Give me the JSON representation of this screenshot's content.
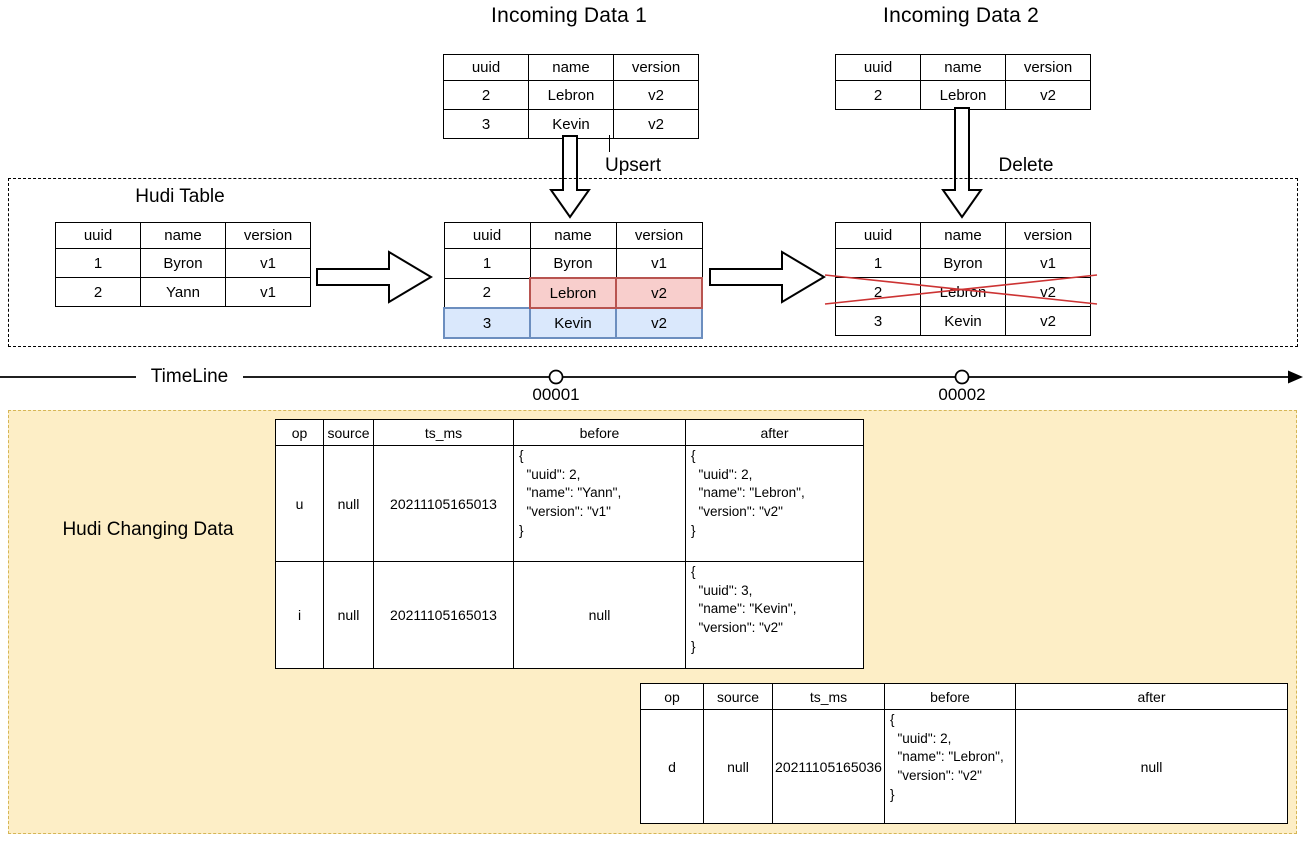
{
  "colors": {
    "red_fill": "#f8cecc",
    "red_border": "#b85450",
    "blue_fill": "#dae8fc",
    "blue_border": "#6c8ebf",
    "yellow_fill": "#fdeec6",
    "yellow_border": "#d6b656",
    "cross_red": "#cc3333",
    "line_black": "#000000"
  },
  "incoming1": {
    "title": "Incoming Data 1",
    "action_label": "Upsert",
    "headers": [
      "uuid",
      "name",
      "version"
    ],
    "rows": [
      [
        "2",
        "Lebron",
        "v2"
      ],
      [
        "3",
        "Kevin",
        "v2"
      ]
    ]
  },
  "incoming2": {
    "title": "Incoming Data 2",
    "action_label": "Delete",
    "headers": [
      "uuid",
      "name",
      "version"
    ],
    "rows": [
      [
        "2",
        "Lebron",
        "v2"
      ]
    ]
  },
  "hudi_box": {
    "label": "Hudi Table",
    "initial_table": {
      "headers": [
        "uuid",
        "name",
        "version"
      ],
      "rows": [
        [
          "1",
          "Byron",
          "v1"
        ],
        [
          "2",
          "Yann",
          "v1"
        ]
      ]
    },
    "after_upsert_table": {
      "headers": [
        "uuid",
        "name",
        "version"
      ],
      "rows": [
        [
          "1",
          "Byron",
          "v1"
        ],
        [
          "2",
          "Lebron",
          "v2"
        ],
        [
          "3",
          "Kevin",
          "v2"
        ]
      ]
    },
    "after_delete_table": {
      "headers": [
        "uuid",
        "name",
        "version"
      ],
      "rows": [
        [
          "1",
          "Byron",
          "v1"
        ],
        [
          "2",
          "Lebron",
          "v2"
        ],
        [
          "3",
          "Kevin",
          "v2"
        ]
      ]
    }
  },
  "timeline": {
    "label": "TimeLine",
    "commits": [
      {
        "id": "00001"
      },
      {
        "id": "00002"
      }
    ]
  },
  "changing": {
    "label": "Hudi Changing Data",
    "table1": {
      "headers": [
        "op",
        "source",
        "ts_ms",
        "before",
        "after"
      ],
      "rows": [
        {
          "op": "u",
          "source": "null",
          "ts_ms": "20211105165013",
          "before": "{\n  \"uuid\": 2,\n  \"name\": \"Yann\",\n  \"version\": \"v1\"\n}",
          "after": "{\n  \"uuid\": 2,\n  \"name\": \"Lebron\",\n  \"version\": \"v2\"\n}"
        },
        {
          "op": "i",
          "source": "null",
          "ts_ms": "20211105165013",
          "before": "null",
          "after": "{\n  \"uuid\": 3,\n  \"name\": \"Kevin\",\n  \"version\": \"v2\"\n}"
        }
      ]
    },
    "table2": {
      "headers": [
        "op",
        "source",
        "ts_ms",
        "before",
        "after"
      ],
      "rows": [
        {
          "op": "d",
          "source": "null",
          "ts_ms": "20211105165036",
          "before": "{\n  \"uuid\": 2,\n  \"name\": \"Lebron\",\n  \"version\": \"v2\"\n}",
          "after": "null"
        }
      ]
    }
  }
}
